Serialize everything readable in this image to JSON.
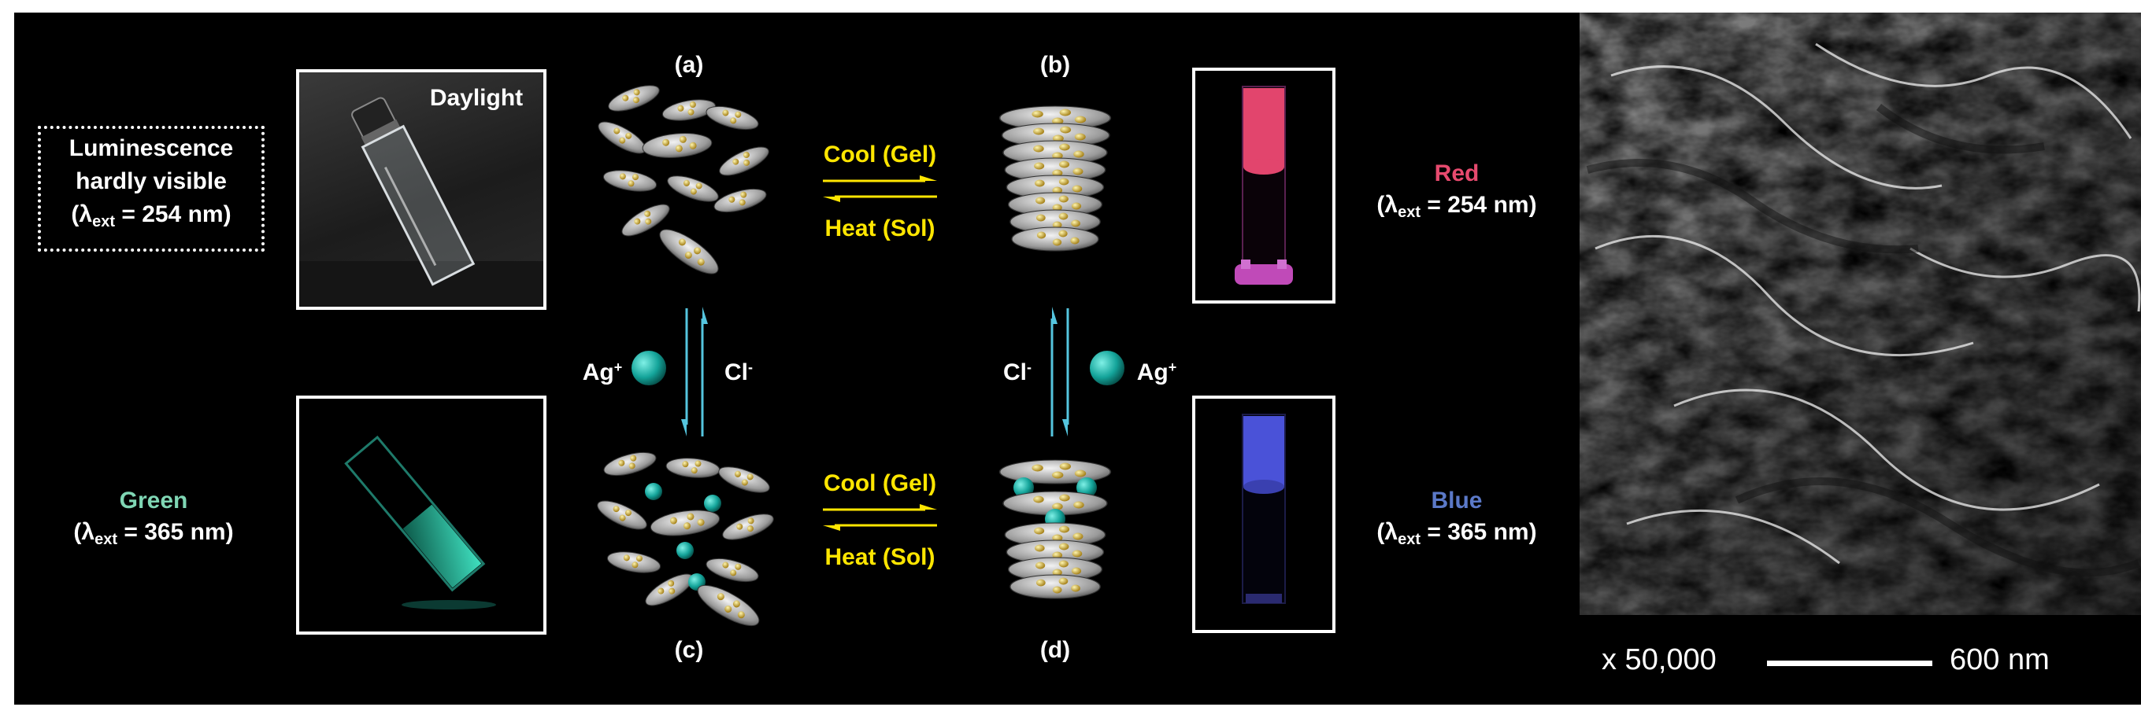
{
  "scheme": {
    "panel_labels": {
      "a": "(a)",
      "b": "(b)",
      "c": "(c)",
      "d": "(d)"
    },
    "photo_daylight_label": "Daylight",
    "left_top_note": {
      "line1": "Luminescence",
      "line2": "hardly visible",
      "line3_pre": "(λ",
      "line3_sub": "ext",
      "line3_post": " = 254 nm)"
    },
    "left_bottom_note": {
      "color_word": "Green",
      "line2_pre": "(λ",
      "line2_sub": "ext",
      "line2_post": " = 365 nm)"
    },
    "right_top_note": {
      "color_word": "Red",
      "line2_pre": "(λ",
      "line2_sub": "ext",
      "line2_post": " = 254 nm)"
    },
    "right_bottom_note": {
      "color_word": "Blue",
      "line2_pre": "(λ",
      "line2_sub": "ext",
      "line2_post": " = 365 nm)"
    },
    "arrows_top": {
      "forward": "Cool (Gel)",
      "backward": "Heat (Sol)"
    },
    "arrows_bottom": {
      "forward": "Cool (Gel)",
      "backward": "Heat (Sol)"
    },
    "ion_left": {
      "ag": "Ag",
      "ag_sup": "+",
      "cl": "Cl",
      "cl_sup": "-"
    },
    "ion_right": {
      "ag": "Ag",
      "ag_sup": "+",
      "cl": "Cl",
      "cl_sup": "-"
    },
    "colors": {
      "background": "#000000",
      "label_yellow": "#ffe600",
      "red": "#e64a6e",
      "green": "#7fd6b4",
      "blue": "#5b79c8",
      "ion_arrow": "#55c5de",
      "ion_sphere": "#1aa6a0"
    }
  },
  "sem": {
    "magnification": "x 50,000",
    "scalebar_label": "600 nm"
  }
}
